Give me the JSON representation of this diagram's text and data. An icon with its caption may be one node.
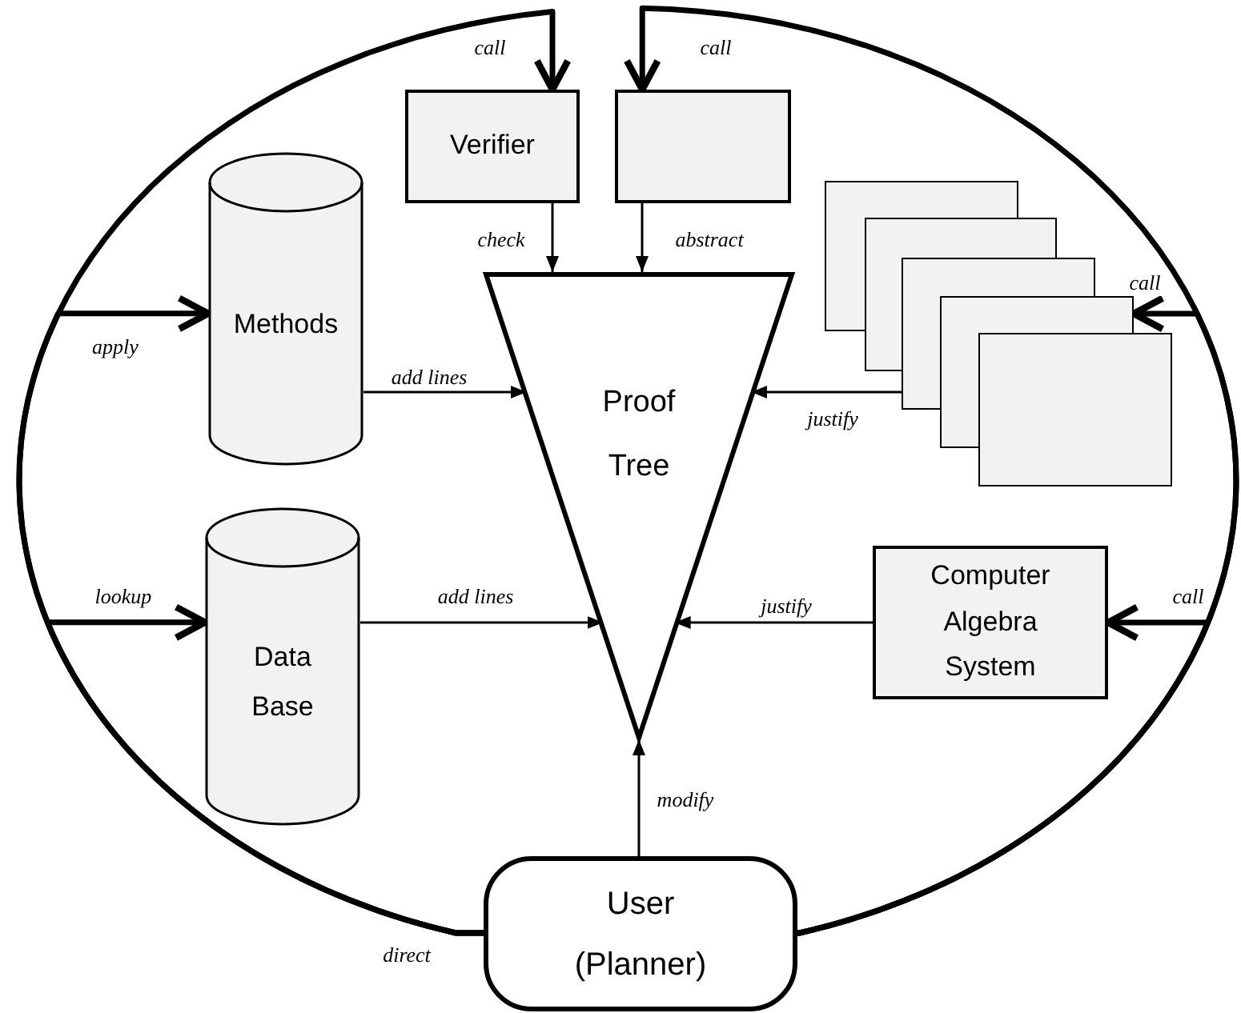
{
  "diagram": {
    "nodes": [
      {
        "text": [
          "Verifier"
        ]
      },
      {
        "text": [],
        "shape": "box"
      },
      {
        "text": [
          "Methods"
        ]
      },
      {
        "text": [
          "Proof Tree"
        ]
      },
      {
        "text": [],
        "shape": "window"
      },
      {
        "text": [],
        "shape": "window"
      },
      {
        "text": [],
        "shape": "window"
      },
      {
        "text": [],
        "shape": "window"
      },
      {
        "text": [],
        "shape": "window"
      },
      {
        "text": [
          "Data Base"
        ]
      },
      {
        "text": [
          "Computer Algebra System"
        ]
      },
      {
        "text": [
          "User (Planner)"
        ]
      }
    ],
    "edges": [
      {
        "from": 11,
        "to": 0,
        "arrow": "to",
        "label": "call",
        "style": "thick"
      },
      {
        "from": 11,
        "to": 1,
        "arrow": "to",
        "label": "call",
        "style": "thick"
      },
      {
        "from": 11,
        "to": 2,
        "arrow": "to",
        "label": "apply",
        "style": "thick"
      },
      {
        "from": 11,
        "to": 9,
        "arrow": "to",
        "label": "lookup",
        "style": "thick"
      },
      {
        "from": 11,
        "to": 7,
        "arrow": "to",
        "label": "call",
        "style": "thick"
      },
      {
        "from": 11,
        "to": 10,
        "arrow": "to",
        "label": "call",
        "style": "thick"
      },
      {
        "from": 0,
        "to": 3,
        "arrow": "to",
        "label": "check"
      },
      {
        "from": 1,
        "to": 3,
        "arrow": "to",
        "label": "abstract"
      },
      {
        "from": 2,
        "to": 3,
        "arrow": "to",
        "label": "add lines"
      },
      {
        "from": 9,
        "to": 3,
        "arrow": "to",
        "label": "add lines"
      },
      {
        "from": 6,
        "to": 3,
        "arrow": "to",
        "label": "justify"
      },
      {
        "from": 10,
        "to": 3,
        "arrow": "to",
        "label": "justify"
      },
      {
        "from": 11,
        "to": 3,
        "arrow": "to",
        "label": "modify"
      }
    ],
    "labels": [
      "direct"
    ]
  }
}
